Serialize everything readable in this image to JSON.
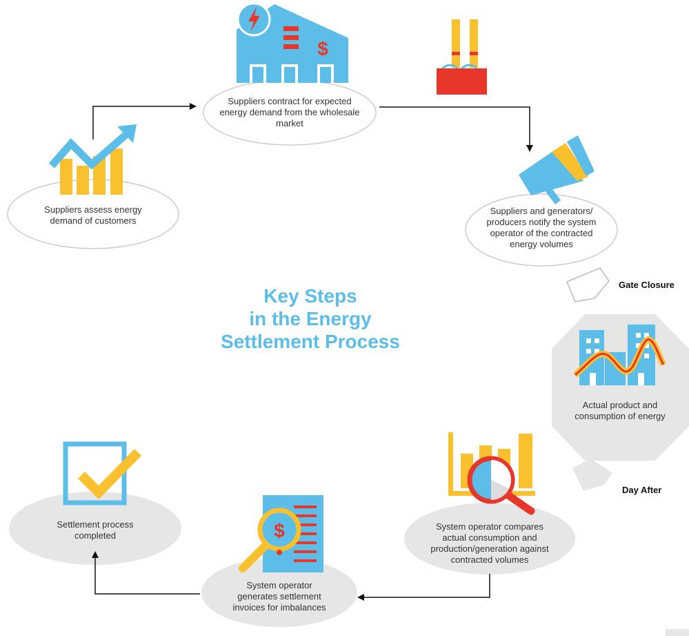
{
  "title": {
    "line1": "Key Steps",
    "line2": "in the Energy",
    "line3": "Settlement Process"
  },
  "steps": [
    {
      "text": "Suppliers assess energy demand of customers",
      "icon": "rising-chart-icon"
    },
    {
      "text": "Suppliers contract for expected energy demand from the wholesale market",
      "icon": "power-company-building-icon"
    },
    {
      "text": "Suppliers and generators/ producers notify the system operator of the contracted energy volumes",
      "icon": "megaphone-icon"
    },
    {
      "text": "Actual product and consumption of energy",
      "icon": "city-energy-curve-icon"
    },
    {
      "text": "System operator compares actual consumption and production/generation against contracted volumes",
      "icon": "magnified-bar-chart-icon"
    },
    {
      "text": "System operator generates settlement invoices for imbalances",
      "icon": "invoice-magnifier-icon"
    },
    {
      "text": "Settlement process completed",
      "icon": "checkbox-icon"
    }
  ],
  "markers": {
    "gate_closure": "Gate Closure",
    "day_after": "Day After"
  },
  "colors": {
    "title_blue": "#5bbde8",
    "icon_blue": "#5bbde8",
    "icon_yellow": "#fbc02d",
    "icon_red": "#e8372a",
    "bubble_gray": "#e6e6e6",
    "outline_gray": "#cccccc"
  }
}
